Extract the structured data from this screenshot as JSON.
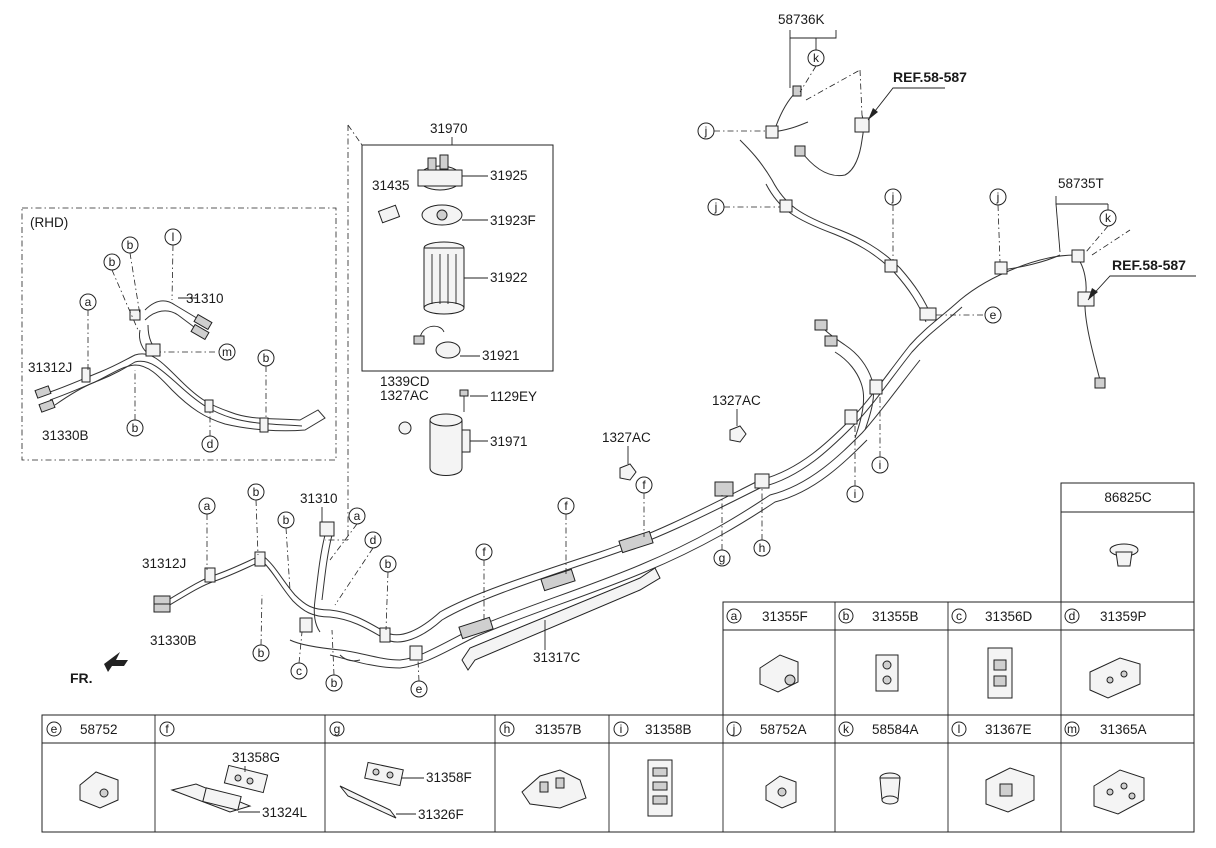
{
  "diagram": {
    "rhd_label": "(RHD)",
    "fr_label": "FR.",
    "callouts": {
      "p58736K": "58736K",
      "ref_a": "REF.58-587",
      "ref_b": "REF.58-587",
      "p58735T": "58735T",
      "p31970": "31970",
      "p31435": "31435",
      "p31925": "31925",
      "p31923F": "31923F",
      "p31922": "31922",
      "p31921": "31921",
      "p1339CD": "1339CD",
      "p1327AC_a": "1327AC",
      "p1129EY": "1129EY",
      "p31971": "31971",
      "p1327AC_b": "1327AC",
      "p1327AC_c": "1327AC",
      "p31310_rhd": "31310",
      "p31312J_rhd": "31312J",
      "p31330B_rhd": "31330B",
      "p31310": "31310",
      "p31312J": "31312J",
      "p31330B": "31330B",
      "p31317C": "31317C"
    },
    "markers": {
      "m_b1": "b",
      "m_l1": "l",
      "m_b2": "b",
      "m_a1": "a",
      "m_m1": "m",
      "m_b3": "b",
      "m_b4": "b",
      "m_d1": "d",
      "m_a2": "a",
      "m_b5": "b",
      "m_b6": "b",
      "m_a3": "a",
      "m_d2": "d",
      "m_b7": "b",
      "m_b8": "b",
      "m_c1": "c",
      "m_b9": "b",
      "m_e1": "e",
      "m_f1": "f",
      "m_f2": "f",
      "m_f3": "f",
      "m_g1": "g",
      "m_h1": "h",
      "m_i1": "i",
      "m_i2": "i",
      "m_e2": "e",
      "m_j1": "j",
      "m_j2": "j",
      "m_j3": "j",
      "m_j4": "j",
      "m_k1": "k",
      "m_k2": "k"
    }
  },
  "parts_table": {
    "single": "86825C",
    "row1": [
      {
        "letter": "a",
        "part": "31355F"
      },
      {
        "letter": "b",
        "part": "31355B"
      },
      {
        "letter": "c",
        "part": "31356D"
      },
      {
        "letter": "d",
        "part": "31359P"
      }
    ],
    "row2": [
      {
        "letter": "e",
        "part": "58752"
      },
      {
        "letter": "f",
        "part": ""
      },
      {
        "letter": "g",
        "part": ""
      },
      {
        "letter": "h",
        "part": "31357B"
      },
      {
        "letter": "i",
        "part": "31358B"
      },
      {
        "letter": "j",
        "part": "58752A"
      },
      {
        "letter": "k",
        "part": "58584A"
      },
      {
        "letter": "l",
        "part": "31367E"
      },
      {
        "letter": "m",
        "part": "31365A"
      }
    ],
    "f_parts": {
      "top": "31358G",
      "bottom": "31324L"
    },
    "g_parts": {
      "top": "31358F",
      "bottom": "31326F"
    }
  }
}
